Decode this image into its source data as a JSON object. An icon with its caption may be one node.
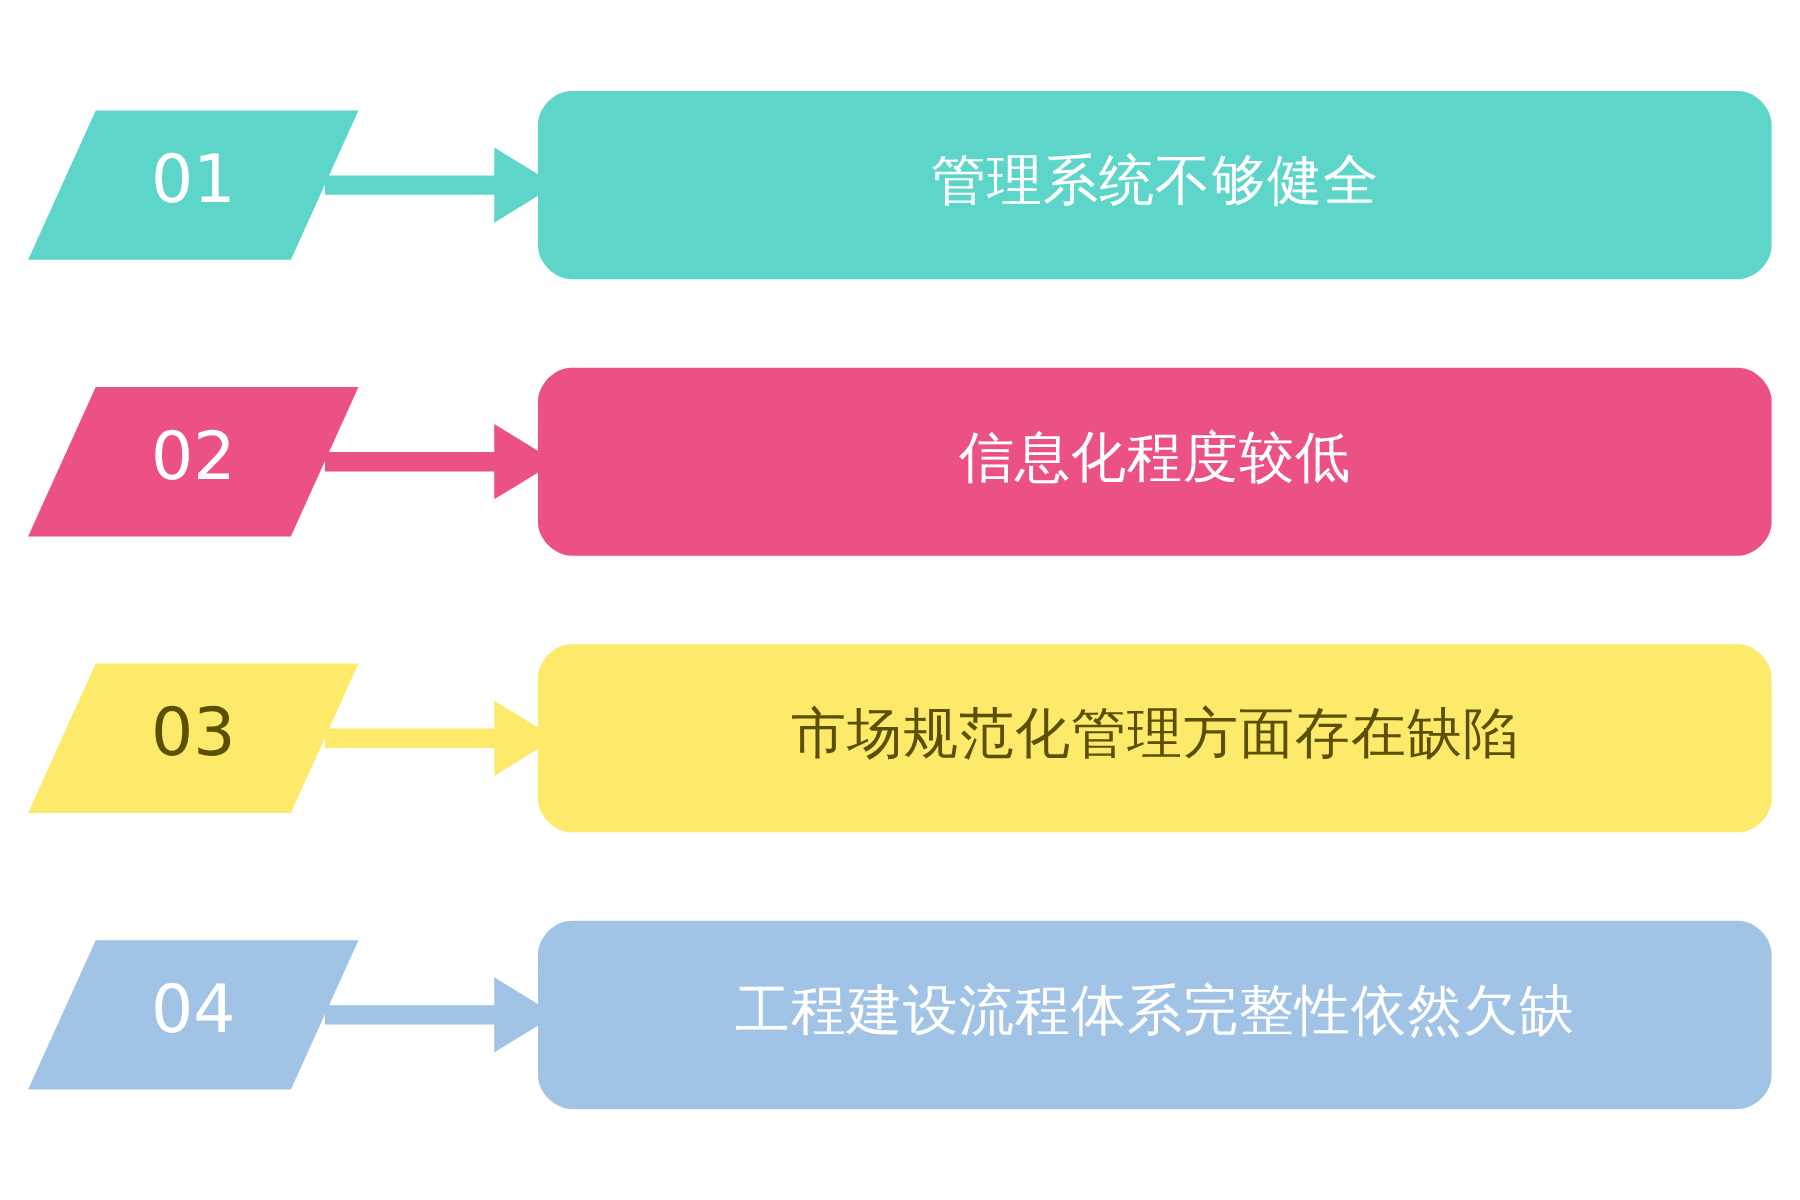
{
  "diagram": {
    "nodes": [
      {
        "text": [
          "01"
        ]
      },
      {
        "text": [
          "管理系统不够健全"
        ]
      },
      {
        "text": [
          "02"
        ]
      },
      {
        "text": [
          "信息化程度较低"
        ]
      },
      {
        "text": [
          "03"
        ]
      },
      {
        "text": [
          "市场规范化管理方面存在缺陷"
        ]
      },
      {
        "text": [
          "04"
        ]
      },
      {
        "text": [
          "工程建设流程体系完整性依然欠缺"
        ]
      }
    ],
    "edges": [
      {
        "from": 0,
        "to": 1,
        "arrow": "to",
        "color": "#5dd5c9"
      },
      {
        "from": 2,
        "to": 3,
        "arrow": "to",
        "color": "#ec5186"
      },
      {
        "from": 4,
        "to": 5,
        "arrow": "to",
        "color": "#fde96a"
      },
      {
        "from": 6,
        "to": 7,
        "arrow": "to",
        "color": "#a0c3e6"
      }
    ]
  }
}
